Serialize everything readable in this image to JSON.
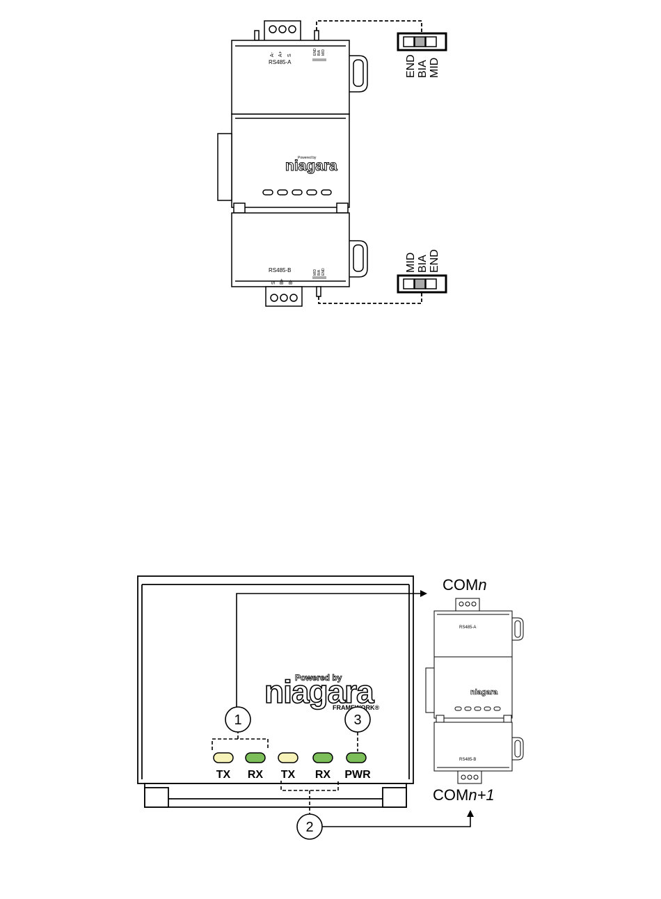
{
  "top_device": {
    "terminal_labels_a": [
      "A-",
      "A+",
      "S"
    ],
    "port_a_label": "RS485-A",
    "switch_labels_a": [
      "END",
      "BIA",
      "MID"
    ],
    "port_b_label": "RS485-B",
    "terminal_labels_b": [
      "S",
      "B+",
      "B-"
    ],
    "switch_labels_b": [
      "MID",
      "BIA",
      "END"
    ],
    "logo_small": "Powered by",
    "logo_main": "niagara"
  },
  "jumper_top": {
    "labels": [
      "END",
      "BIA",
      "MID"
    ]
  },
  "jumper_bottom": {
    "labels": [
      "MID",
      "BIA",
      "END"
    ]
  },
  "bottom_panel": {
    "logo_small": "Powered by",
    "logo_main": "niagara",
    "logo_sub": "FRAMEWORK®",
    "leds": [
      {
        "label": "TX",
        "color": "#f6f2b8"
      },
      {
        "label": "RX",
        "color": "#7cbf5a"
      },
      {
        "label": "TX",
        "color": "#f6f2b8"
      },
      {
        "label": "RX",
        "color": "#7cbf5a"
      },
      {
        "label": "PWR",
        "color": "#7cbf5a"
      }
    ],
    "callouts": [
      "1",
      "2",
      "3"
    ]
  },
  "com_labels": {
    "upper": "COM",
    "upper_italic": "n",
    "lower": "COM",
    "lower_italic": "n+1"
  },
  "colors": {
    "line": "#000000",
    "switch_gray": "#aaaaaa",
    "led_yellow": "#f6f2b8",
    "led_green": "#7cbf5a"
  }
}
